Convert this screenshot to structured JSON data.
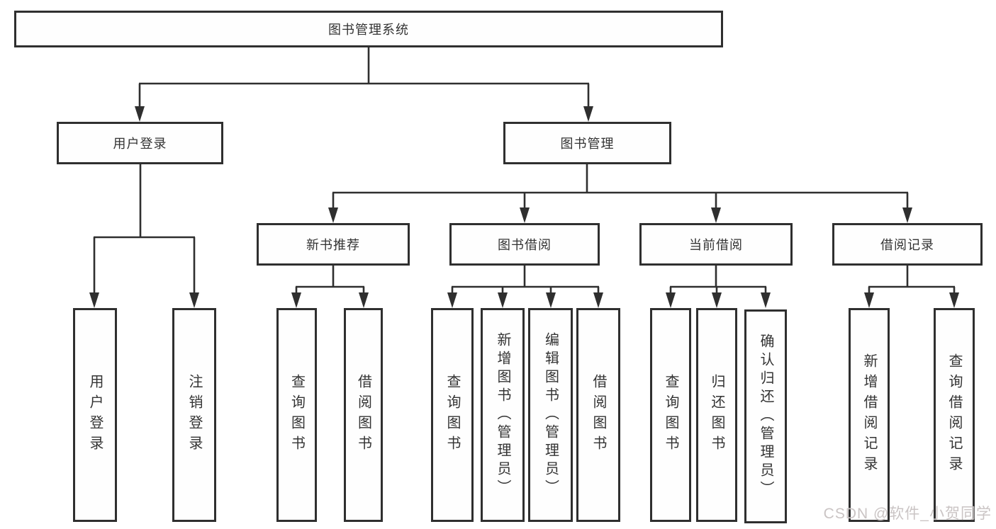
{
  "diagram": {
    "root": {
      "label": "图书管理系统",
      "children": [
        {
          "label": "用户登录",
          "children": [
            {
              "label": "用户登录"
            },
            {
              "label": "注销登录"
            }
          ]
        },
        {
          "label": "图书管理",
          "children": [
            {
              "label": "新书推荐",
              "children": [
                {
                  "label": "查询图书"
                },
                {
                  "label": "借阅图书"
                }
              ]
            },
            {
              "label": "图书借阅",
              "children": [
                {
                  "label": "查询图书"
                },
                {
                  "label": "新增图书（管理员）"
                },
                {
                  "label": "编辑图书（管理员）"
                },
                {
                  "label": "借阅图书"
                }
              ]
            },
            {
              "label": "当前借阅",
              "children": [
                {
                  "label": "查询图书"
                },
                {
                  "label": "归还图书"
                },
                {
                  "label": "确认归还（管理员）"
                }
              ]
            },
            {
              "label": "借阅记录",
              "children": [
                {
                  "label": "新增借阅记录"
                },
                {
                  "label": "查询借阅记录"
                }
              ]
            }
          ]
        }
      ]
    },
    "colors": {
      "box_border": "#2f2f2f",
      "box_fill": "#fefefe",
      "text": "#333333",
      "line": "#2f2f2f",
      "watermark": "#c5bfbf"
    }
  },
  "watermark": {
    "text": "CSDN @软件_小贺同学"
  }
}
